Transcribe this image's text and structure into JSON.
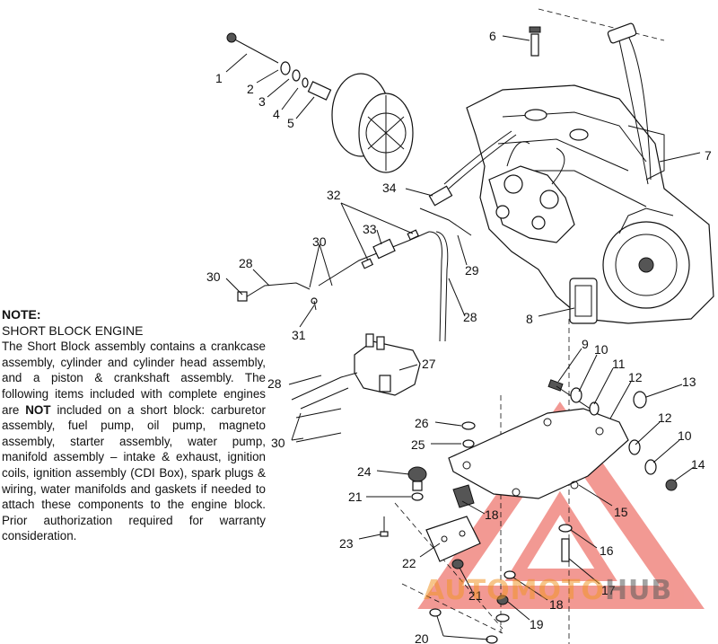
{
  "note": {
    "title": "NOTE:",
    "subtitle": "SHORT BLOCK ENGINE",
    "body_part1": "The Short Block assembly contains a crankcase assembly, cylinder and cylinder head assembly, and a piston & crankshaft assembly.  The following items included with complete engines are ",
    "body_emphasis": "NOT",
    "body_part2": " included on a short block: carburetor assembly, fuel pump, oil pump, magneto assembly, starter assembly, water pump, manifold assembly – intake & exhaust, ignition coils, ignition assembly (CDI Box), spark plugs & wiring, water manifolds and gaskets if needed to attach these components to the engine block. Prior authorization required for warranty consideration."
  },
  "callouts": {
    "c1": "1",
    "c2": "2",
    "c3": "3",
    "c4": "4",
    "c5": "5",
    "c6": "6",
    "c7": "7",
    "c8": "8",
    "c9": "9",
    "c10a": "10",
    "c10b": "10",
    "c11": "11",
    "c12a": "12",
    "c12b": "12",
    "c13": "13",
    "c14": "14",
    "c15": "15",
    "c16": "16",
    "c17": "17",
    "c18a": "18",
    "c18b": "18",
    "c19": "19",
    "c20": "20",
    "c21a": "21",
    "c21b": "21",
    "c22": "22",
    "c23": "23",
    "c24": "24",
    "c25": "25",
    "c26": "26",
    "c27": "27",
    "c28a": "28",
    "c28b": "28",
    "c28c": "28",
    "c29": "29",
    "c30a": "30",
    "c30b": "30",
    "c30c": "30",
    "c31": "31",
    "c32": "32",
    "c33": "33",
    "c34": "34"
  },
  "watermark": {
    "part1": "AUTOMOTO",
    "part2": "HUB",
    "color_primary": "#e8463c",
    "color_secondary": "#f09628"
  }
}
